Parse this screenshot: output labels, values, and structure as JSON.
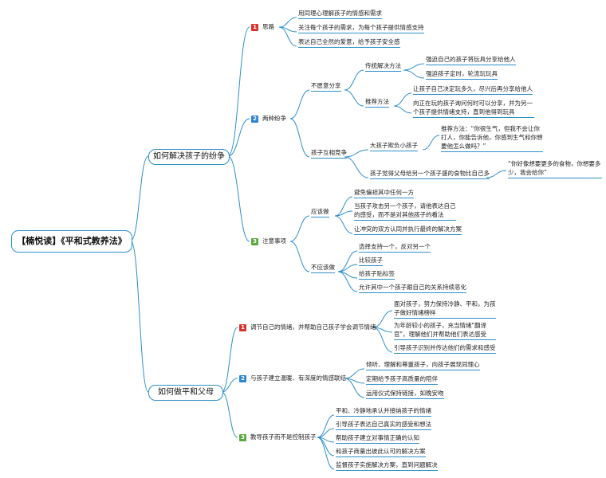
{
  "colors": {
    "line": "#2d8fc9",
    "badge_red": "#d9342b",
    "badge_blue": "#2a84d2",
    "badge_green": "#5aaa3c"
  },
  "root": "【楠悦读】《平和式教养法》",
  "branches": [
    {
      "label": "如何解决孩子的纷争",
      "topics": [
        {
          "badge": "1",
          "label": "思路",
          "items": [
            "用同理心理解孩子的情感和需求",
            "关注每个孩子的需求，为每个孩子提供情感支持",
            "表达自己全然的爱意，给予孩子安全感"
          ]
        },
        {
          "badge": "2",
          "label": "两种纷争",
          "sub": [
            {
              "label": "不愿意分享",
              "groups": [
                {
                  "label": "传统解决方法",
                  "items": [
                    "强迫自己的孩子将玩具分享给他人",
                    "强迫孩子定时，轮流玩玩具"
                  ]
                },
                {
                  "label": "推荐方法",
                  "items": [
                    "让孩子自己决定玩多久，尽兴后再分享给他人",
                    "向正在玩的孩子询问何时可以分享，并为另一个孩子提供情绪支持，直到他得到玩具"
                  ]
                }
              ]
            },
            {
              "label": "孩子互相竞争",
              "groups": [
                {
                  "label": "大孩子欺负小孩子",
                  "items": [
                    "推荐方法：“你很生气，但我不会让你打人，你能告诉他，你感到生气和你想要他怎么做吗？”"
                  ]
                },
                {
                  "label": "孩子觉得父母给另一个孩子盛的食物比自己多",
                  "items": [
                    "“你好像想要更多的食物，你想要多少，我会给你”"
                  ]
                }
              ]
            }
          ]
        },
        {
          "badge": "3",
          "label": "注意事项",
          "sub": [
            {
              "label": "应该做",
              "items": [
                "避免偏袒其中任何一方",
                "当孩子攻击另一个孩子，请他表达自己的感受，而不是对其他孩子的看法",
                "让冲突的双方认同并执行最终的解决方案"
              ]
            },
            {
              "label": "不应该做",
              "items": [
                "选择支持一个，反对另一个",
                "比较孩子",
                "给孩子贴标签",
                "允许其中一个孩子跟自己的关系持续恶化"
              ]
            }
          ]
        }
      ]
    },
    {
      "label": "如何做平和父母",
      "topics": [
        {
          "badge": "1",
          "label": "调节自己的情绪，并帮助自己孩子学会调节情绪",
          "items": [
            "面对孩子，努力保持冷静、平和，为孩子做好情绪榜样",
            "为年龄较小的孩子，充当情绪\"翻译官\"，理解他们并帮助他们表达感受",
            "引导孩子识别并传达他们的需求和感受"
          ]
        },
        {
          "badge": "2",
          "label": "与孩子建立温暖、有深度的情感联结",
          "items": [
            "倾听、理解和尊重孩子，向孩子展现同理心",
            "定期给予孩子高质量的陪伴",
            "运用仪式保持链接，如晚安吻"
          ]
        },
        {
          "badge": "3",
          "label": "教导孩子而不是控制孩子",
          "items": [
            "平和、冷静地承认并接纳孩子的情绪",
            "引导孩子表达自己真实的感受和想法",
            "帮助孩子建立对事情正确的认知",
            "和孩子商量出彼此认可的解决方案",
            "监督孩子实施解决方案，直到问题解决"
          ]
        }
      ]
    }
  ]
}
